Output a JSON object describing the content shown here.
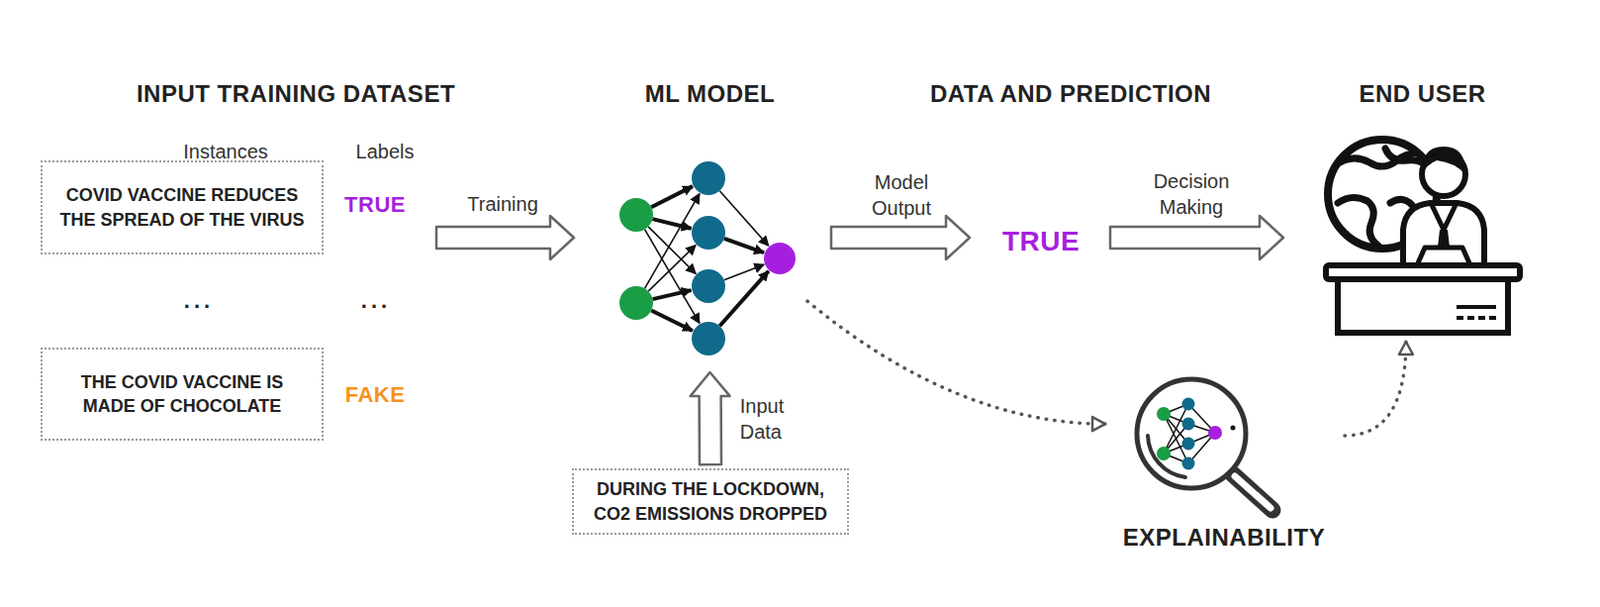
{
  "diagram": {
    "nodes": [
      {
        "text": [
          "COVID VACCINE REDUCES THE SPREAD OF THE VIRUS"
        ]
      },
      {
        "text": [
          "THE COVID VACCINE IS MADE OF CHOCOLATE"
        ]
      },
      {
        "text": [
          "DURING THE LOCKDOWN, CO2 EMISSIONS DROPPED"
        ]
      },
      {
        "text": [
          "ML MODEL"
        ]
      },
      {
        "text": [
          "END USER"
        ]
      },
      {
        "text": [
          "EXPLAINABILITY"
        ]
      }
    ],
    "edges": [
      {
        "from": 2,
        "to": 3,
        "arrow": "to",
        "label": "Input Data"
      },
      {
        "from": 3,
        "to": 5,
        "arrow": "to"
      },
      {
        "from": 5,
        "to": 4,
        "arrow": "to"
      }
    ],
    "labels": [
      "INPUT TRAINING DATASET",
      "DATA AND PREDICTION",
      "Instances",
      "Labels",
      "TRUE",
      "...",
      "...",
      "FAKE",
      "Training",
      "Model Output",
      "TRUE",
      "Decision Making"
    ]
  }
}
